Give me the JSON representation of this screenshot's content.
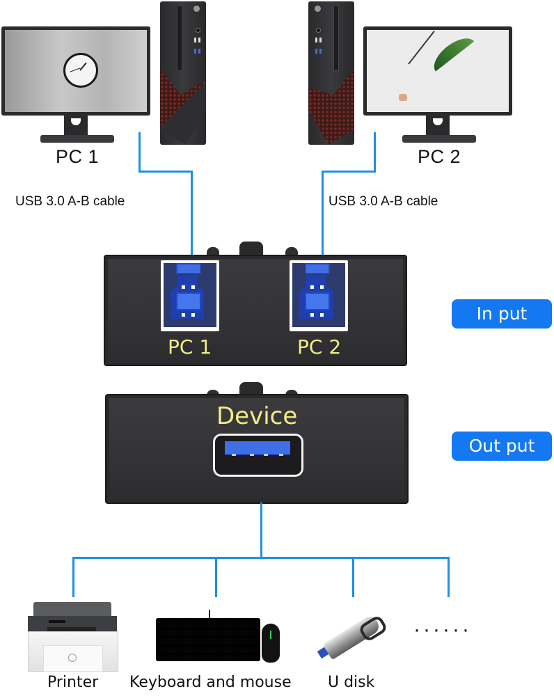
{
  "diagram": {
    "title": "USB 3.0 switch connection diagram",
    "top": {
      "pc1": {
        "label": "PC 1",
        "screen": "wall-clock-image"
      },
      "pc2": {
        "label": "PC 2",
        "screen": "leaf-image"
      },
      "cable_left": "USB 3.0 A-B cable",
      "cable_right": "USB 3.0 A-B cable"
    },
    "input_box": {
      "port1_label": "PC 1",
      "port2_label": "PC 2",
      "side_badge": "In put"
    },
    "output_box": {
      "port_label": "Device",
      "side_badge": "Out put"
    },
    "devices": [
      {
        "label": "Printer",
        "icon": "printer-icon"
      },
      {
        "label": "Keyboard and mouse",
        "icon": "keyboard-mouse-icon"
      },
      {
        "label": "U disk",
        "icon": "usb-flash-drive-icon"
      },
      {
        "label": "······",
        "icon": "more-devices-dots"
      }
    ],
    "colors": {
      "wire": "#1e8fe6",
      "badge": "#1378f2",
      "port_label": "#f3ec8a",
      "usb_blue": "#3f6fe8"
    }
  }
}
